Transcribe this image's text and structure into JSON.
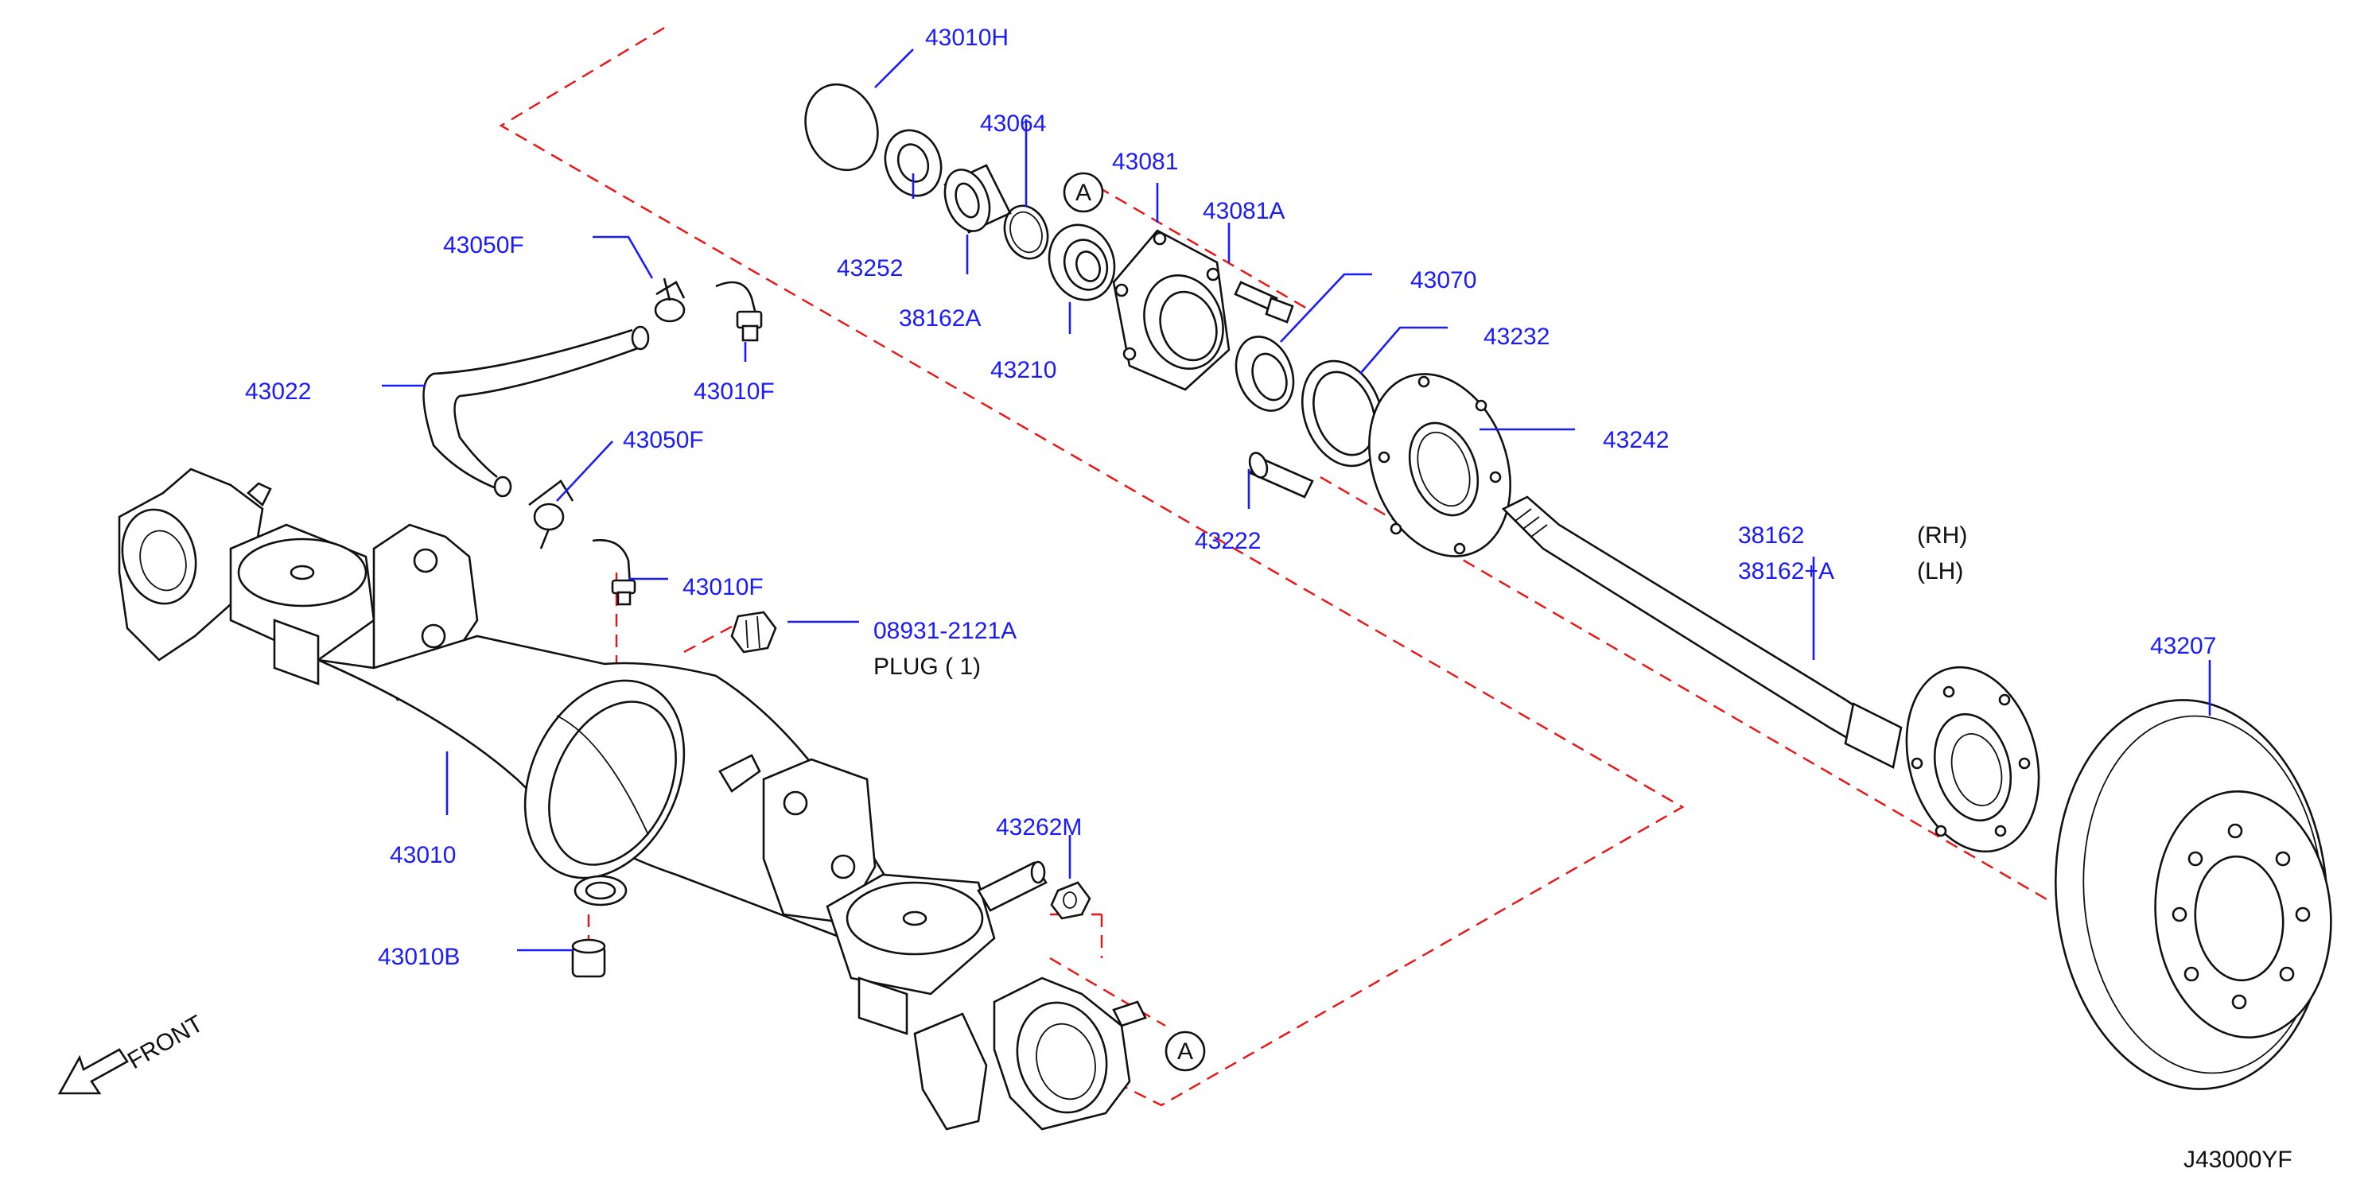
{
  "labels": {
    "p43010H": "43010H",
    "p43064": "43064",
    "p43081": "43081",
    "p43081A": "43081A",
    "p43252": "43252",
    "p38162A": "38162A",
    "p43210": "43210",
    "p43070": "43070",
    "p43232": "43232",
    "p43050F_top": "43050F",
    "p43010F_top": "43010F",
    "p43022": "43022",
    "p43050F_mid": "43050F",
    "p43242": "43242",
    "p43222": "43222",
    "p43010F_mid": "43010F",
    "p38162": "38162",
    "p38162A_plus": "38162+A",
    "rh": "(RH)",
    "lh": "(LH)",
    "plug_part": "08931-2121A",
    "plug_text": "PLUG  ( 1)",
    "p43207": "43207",
    "p43010": "43010",
    "p43262M": "43262M",
    "p43010B": "43010B",
    "front": "FRONT",
    "ref_a_top": "A",
    "ref_a_bottom": "A",
    "code": "J43000YF"
  },
  "colors": {
    "label_blue": "#1a1aff",
    "dash_red": "#ee1111",
    "line_black": "#111111"
  }
}
